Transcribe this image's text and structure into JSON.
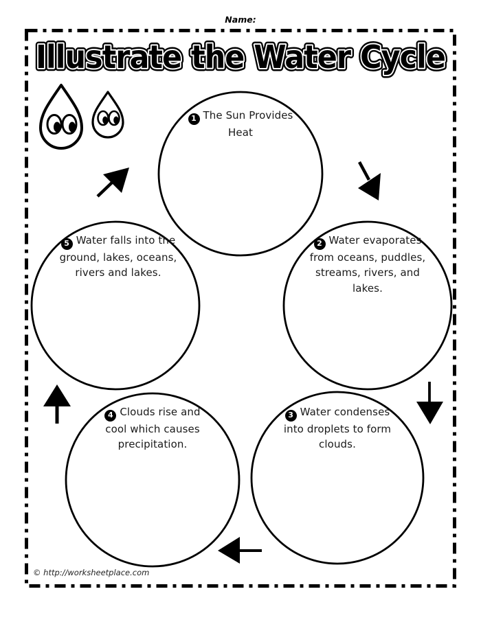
{
  "page": {
    "name_label": "Name:",
    "title": "Illustrate the Water Cycle",
    "footer": "© http://worksheetplace.com"
  },
  "cycle": {
    "steps": [
      {
        "number": "1",
        "text": "The Sun Provides Heat"
      },
      {
        "number": "2",
        "text": "Water evaporates from oceans, puddles, streams, rivers, and lakes."
      },
      {
        "number": "3",
        "text": "Water condenses into droplets to form clouds."
      },
      {
        "number": "4",
        "text": "Clouds rise and cool which causes precipitation."
      },
      {
        "number": "5",
        "text": "Water falls into the ground, lakes, oceans, rivers and lakes."
      }
    ]
  },
  "icons": {
    "mascots": [
      "water-drop-large",
      "water-drop-small"
    ],
    "arrows": [
      "arrow-northeast",
      "arrow-southwest",
      "arrow-down",
      "arrow-left",
      "arrow-up"
    ]
  },
  "colors": {
    "ink": "#000000",
    "paper": "#ffffff"
  }
}
